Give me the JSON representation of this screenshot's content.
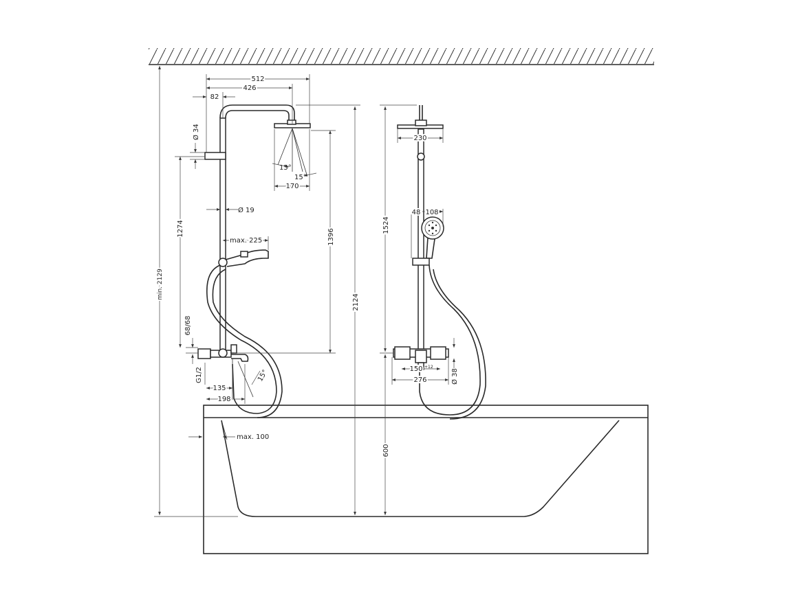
{
  "diagram": {
    "labels": {
      "w512": "512",
      "w426": "426",
      "w82": "82",
      "d34": "Ø 34",
      "a15a": "15°",
      "a15b": "15°",
      "w170": "170",
      "d19": "Ø 19",
      "max225": "max. 225",
      "h1274": "1274",
      "h1396": "1396",
      "h2124": "2124",
      "min2129": "min. 2129",
      "h6868": "68/68",
      "g12": "G1/2",
      "w135": "135",
      "w198": "198",
      "a15c": "15°",
      "max100": "max. 100",
      "w230": "230",
      "h1524": "1524",
      "w48": "48",
      "w108": "108",
      "w150": "150",
      "tol150": "+12",
      "w276": "276",
      "d38": "Ø 38",
      "h600": "600"
    }
  }
}
